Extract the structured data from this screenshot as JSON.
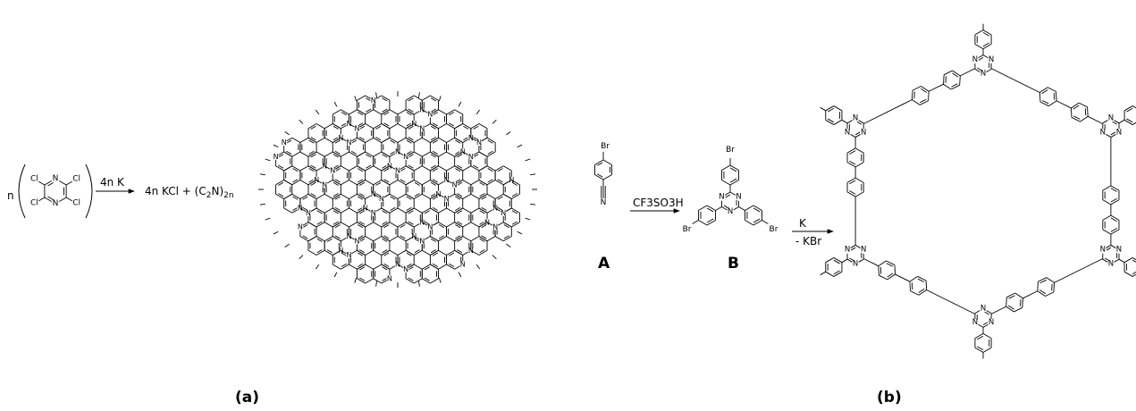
{
  "panel_a": {
    "coeff": "n",
    "reagent": "4n K",
    "products_main": "4n KCl + (C",
    "sub2": "2",
    "products_mid": "N)",
    "sub2n": "2n",
    "monomer_atoms": [
      "Cl",
      "N",
      "Cl",
      "Cl",
      "N",
      "Cl"
    ],
    "caption": "(a)"
  },
  "panel_b": {
    "reagent1": "CF3SO3H",
    "reagent2_top": "K",
    "reagent2_bottom": "- KBr",
    "label_A": "A",
    "label_B": "B",
    "br": "Br",
    "n": "N",
    "caption": "(b)"
  }
}
